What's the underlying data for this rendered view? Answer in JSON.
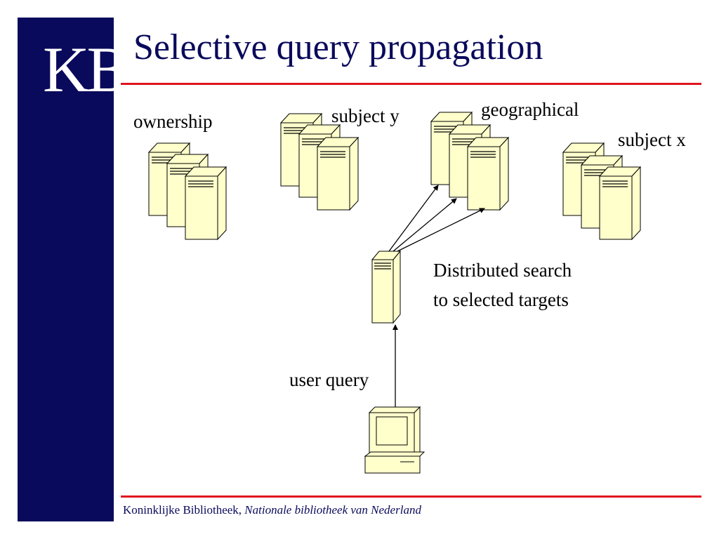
{
  "header": {
    "logo_text": "KB",
    "title": "Selective query propagation"
  },
  "diagram": {
    "labels": {
      "ownership": "ownership",
      "subject_y": "subject y",
      "geographical": "geographical",
      "subject_x": "subject x",
      "distributed_line1": "Distributed search",
      "distributed_line2": "to selected targets",
      "user_query": "user query"
    }
  },
  "footer": {
    "org": "Koninklijke Bibliotheek,",
    "subtitle": "Nationale bibliotheek van Nederland"
  },
  "colors": {
    "sidebar": "#0a0a5c",
    "title": "#0a0a5c",
    "rule": "#e0141e",
    "server_fill": "#ffffcc"
  }
}
